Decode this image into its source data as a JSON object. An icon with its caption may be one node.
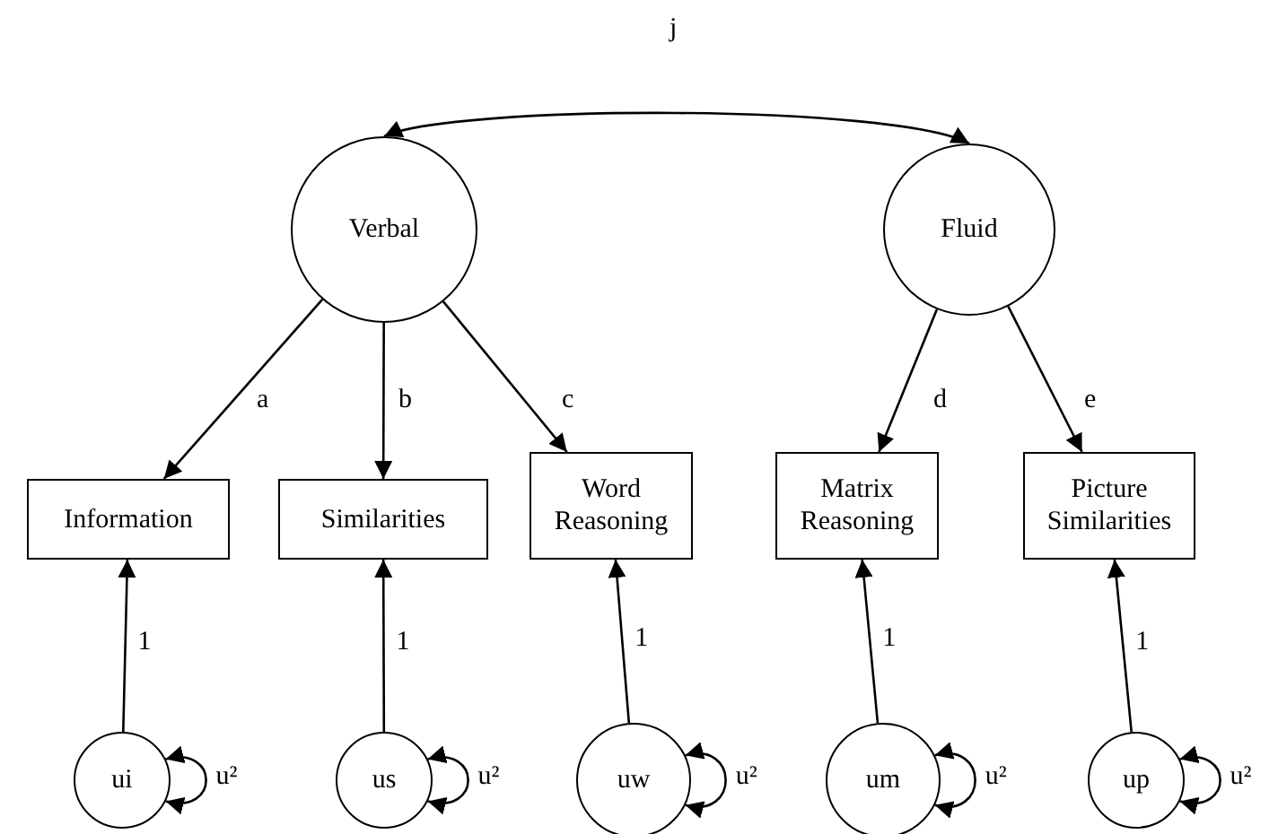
{
  "diagram": {
    "nodes": [
      {
        "text": [
          "Verbal"
        ]
      },
      {
        "text": [
          "Fluid"
        ]
      },
      {
        "text": [
          "Information"
        ]
      },
      {
        "text": [
          "Similarities"
        ]
      },
      {
        "text": [
          "Word Reasoning"
        ]
      },
      {
        "text": [
          "Matrix Reasoning"
        ]
      },
      {
        "text": [
          "Picture Similarities"
        ]
      },
      {
        "text": [
          "ui"
        ]
      },
      {
        "text": [
          "us"
        ]
      },
      {
        "text": [
          "uw"
        ]
      },
      {
        "text": [
          "um"
        ]
      },
      {
        "text": [
          "up"
        ]
      }
    ],
    "edges": [
      {
        "from": 0,
        "to": 1,
        "arrow": "both",
        "label": "j"
      },
      {
        "from": 0,
        "to": 2,
        "arrow": "to",
        "label": "a"
      },
      {
        "from": 0,
        "to": 3,
        "arrow": "to",
        "label": "b"
      },
      {
        "from": 0,
        "to": 4,
        "arrow": "to",
        "label": "c"
      },
      {
        "from": 1,
        "to": 5,
        "arrow": "to",
        "label": "d"
      },
      {
        "from": 1,
        "to": 6,
        "arrow": "to",
        "label": "e"
      },
      {
        "from": 7,
        "to": 2,
        "arrow": "to",
        "label": "1"
      },
      {
        "from": 8,
        "to": 3,
        "arrow": "to",
        "label": "1"
      },
      {
        "from": 9,
        "to": 4,
        "arrow": "to",
        "label": "1"
      },
      {
        "from": 10,
        "to": 5,
        "arrow": "to",
        "label": "1"
      },
      {
        "from": 11,
        "to": 6,
        "arrow": "to",
        "label": "1"
      },
      {
        "from": 7,
        "to": 7,
        "arrow": "both",
        "label": "u²"
      },
      {
        "from": 8,
        "to": 8,
        "arrow": "both",
        "label": "u²"
      },
      {
        "from": 9,
        "to": 9,
        "arrow": "both",
        "label": "u²"
      },
      {
        "from": 10,
        "to": 10,
        "arrow": "both",
        "label": "u²"
      },
      {
        "from": 11,
        "to": 11,
        "arrow": "both",
        "label": "u²"
      }
    ]
  }
}
